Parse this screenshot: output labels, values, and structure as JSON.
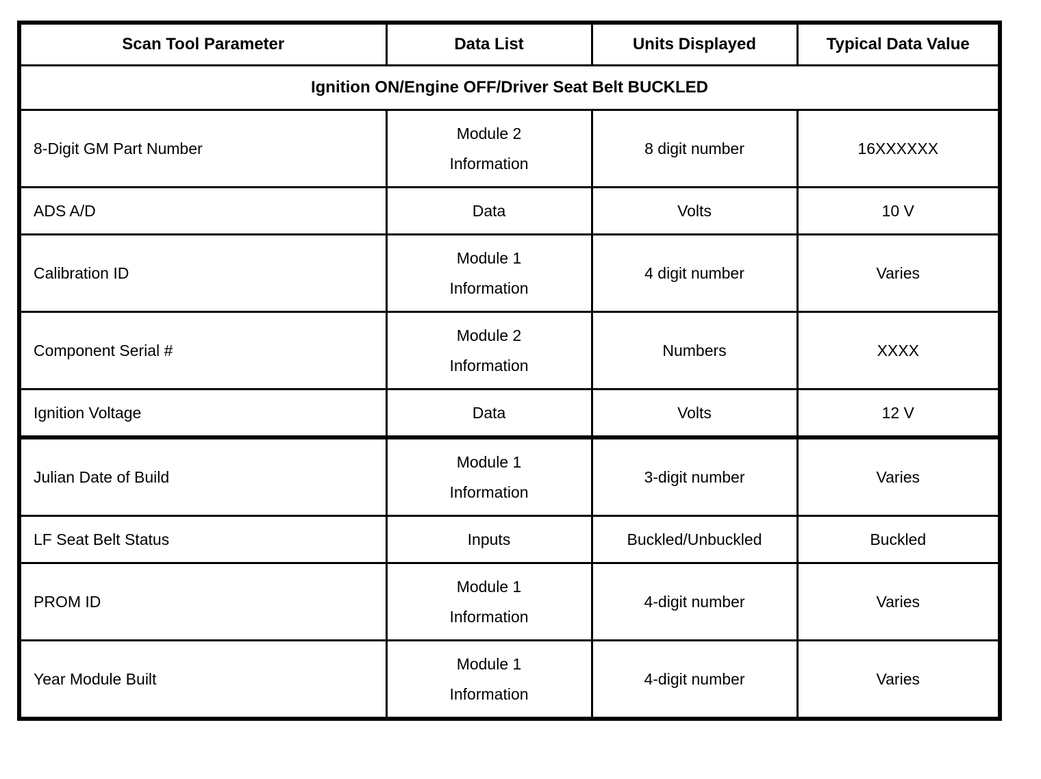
{
  "table": {
    "headers": [
      "Scan Tool Parameter",
      "Data List",
      "Units Displayed",
      "Typical Data Value"
    ],
    "section_title": "Ignition ON/Engine OFF/Driver Seat Belt BUCKLED",
    "rows": [
      {
        "parameter": "8-Digit GM Part Number",
        "data_list": "Module 2\nInformation",
        "units": "8 digit number",
        "value": "16XXXXXX"
      },
      {
        "parameter": "ADS A/D",
        "data_list": "Data",
        "units": "Volts",
        "value": "10 V"
      },
      {
        "parameter": "Calibration ID",
        "data_list": "Module 1\nInformation",
        "units": "4 digit number",
        "value": "Varies"
      },
      {
        "parameter": "Component Serial #",
        "data_list": "Module 2\nInformation",
        "units": "Numbers",
        "value": "XXXX"
      },
      {
        "parameter": "Ignition Voltage",
        "data_list": "Data",
        "units": "Volts",
        "value": "12 V"
      },
      {
        "parameter": "Julian Date of Build",
        "data_list": "Module 1\nInformation",
        "units": "3-digit number",
        "value": "Varies",
        "thick_top_border": true
      },
      {
        "parameter": "LF Seat Belt Status",
        "data_list": "Inputs",
        "units": "Buckled/Unbuckled",
        "value": "Buckled"
      },
      {
        "parameter": "PROM ID",
        "data_list": "Module 1\nInformation",
        "units": "4-digit number",
        "value": "Varies"
      },
      {
        "parameter": "Year Module Built",
        "data_list": "Module 1\nInformation",
        "units": "4-digit number",
        "value": "Varies"
      }
    ],
    "colors": {
      "border": "#000000",
      "text": "#000000",
      "background": "#ffffff"
    }
  }
}
